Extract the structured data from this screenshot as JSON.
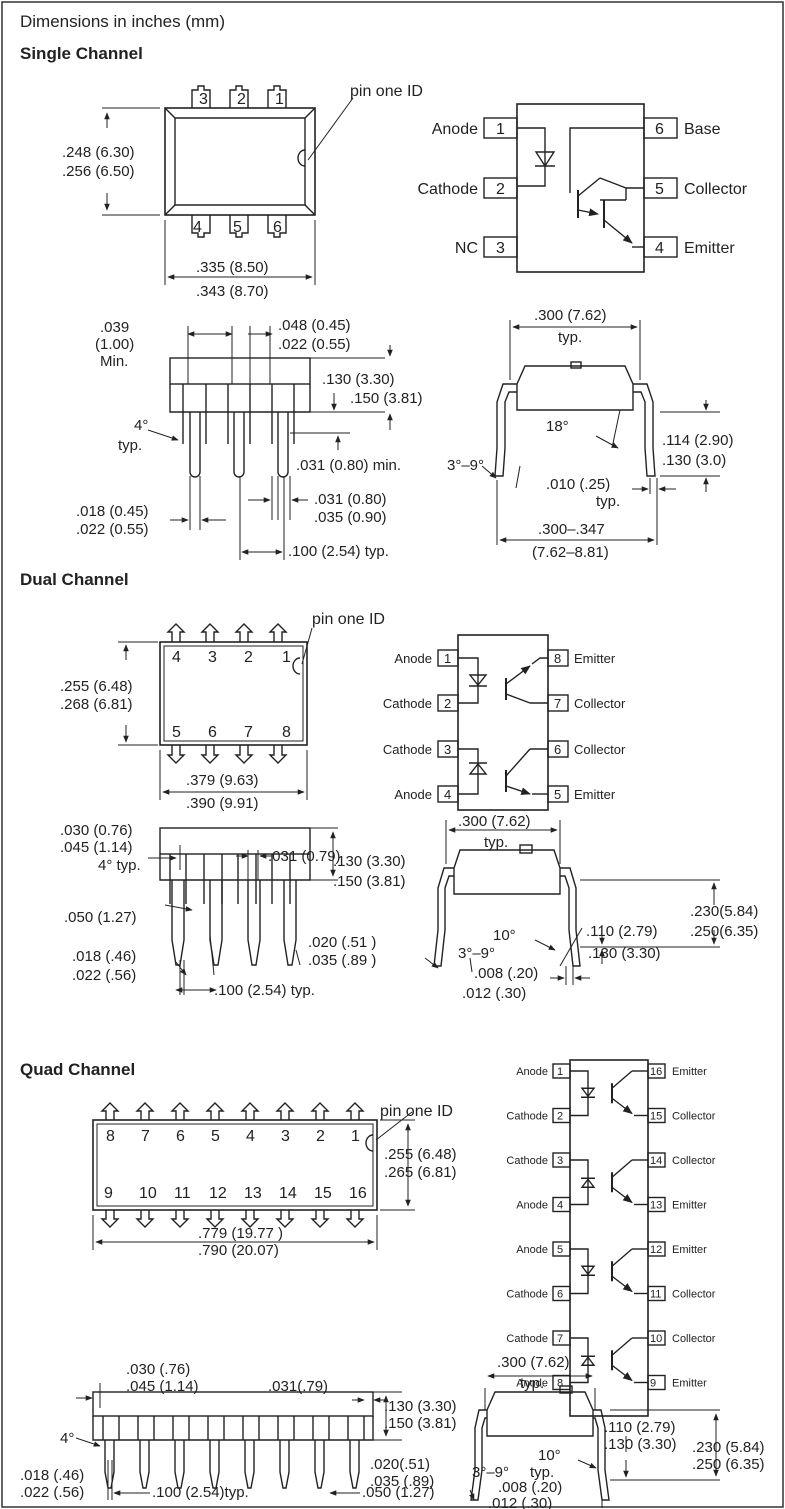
{
  "header": "Dimensions in inches (mm)",
  "sections": {
    "single": "Single Channel",
    "dual": "Dual Channel",
    "quad": "Quad Channel"
  },
  "single": {
    "pin_one_id": "pin one ID",
    "top_pins": [
      "3",
      "2",
      "1"
    ],
    "bottom_pins": [
      "4",
      "5",
      "6"
    ],
    "height_min": ".248 (6.30)",
    "height_max": ".256 (6.50)",
    "width_min": ".335 (8.50)",
    "width_max": ".343 (8.70)",
    "schematic": {
      "left": [
        {
          "num": "1",
          "label": "Anode"
        },
        {
          "num": "2",
          "label": "Cathode"
        },
        {
          "num": "3",
          "label": "NC"
        }
      ],
      "right": [
        {
          "num": "6",
          "label": "Base"
        },
        {
          "num": "5",
          "label": "Collector"
        },
        {
          "num": "4",
          "label": "Emitter"
        }
      ]
    },
    "side": {
      "pad_a": ".039",
      "pad_b": "(1.00)",
      "pad_c": "Min.",
      "lead_a": ".048 (0.45)",
      "lead_b": ".022 (0.55)",
      "body_h_a": ".130 (3.30)",
      "body_h_b": ".150 (3.81)",
      "angle_a": "4°",
      "angle_b": "typ.",
      "seat": ".031 (0.80) min.",
      "pin_w_a": ".018 (0.45)",
      "pin_w_b": ".022 (0.55)",
      "sh_a": ".031 (0.80)",
      "sh_b": ".035 (0.90)",
      "pitch": ".100 (2.54) typ."
    },
    "end": {
      "row": ".300 (7.62)",
      "row_typ": "typ.",
      "angle": "18°",
      "lead_h_a": ".114 (2.90)",
      "lead_h_b": ".130 (3.0)",
      "spread": "3°–9°",
      "thick_a": ".010 (.25)",
      "thick_b": "typ.",
      "span_a": ".300–.347",
      "span_b": "(7.62–8.81)"
    }
  },
  "dual": {
    "pin_one_id": "pin one ID",
    "top_pins": [
      "4",
      "3",
      "2",
      "1"
    ],
    "bottom_pins": [
      "5",
      "6",
      "7",
      "8"
    ],
    "height_min": ".255 (6.48)",
    "height_max": ".268 (6.81)",
    "width_min": ".379 (9.63)",
    "width_max": ".390 (9.91)",
    "schematic": {
      "left": [
        {
          "num": "1",
          "label": "Anode"
        },
        {
          "num": "2",
          "label": "Cathode"
        },
        {
          "num": "3",
          "label": "Cathode"
        },
        {
          "num": "4",
          "label": "Anode"
        }
      ],
      "right": [
        {
          "num": "8",
          "label": "Emitter"
        },
        {
          "num": "7",
          "label": "Collector"
        },
        {
          "num": "6",
          "label": "Collector"
        },
        {
          "num": "5",
          "label": "Emitter"
        }
      ]
    },
    "side": {
      "pad_a": ".030 (0.76)",
      "pad_b": ".045 (1.14)",
      "angle": "4° typ.",
      "lead": ".031 (0.79)",
      "body_h_a": ".130 (3.30)",
      "body_h_b": ".150 (3.81)",
      "shoulder": ".050 (1.27)",
      "sh_a": ".020 (.51 )",
      "sh_b": ".035 (.89 )",
      "pin_w_a": ".018 (.46)",
      "pin_w_b": ".022 (.56)",
      "pitch": ".100 (2.54) typ."
    },
    "end": {
      "row": ".300 (7.62)",
      "row_typ": "typ.",
      "angle": "10°",
      "lead_h_a": ".110 (2.79)",
      "lead_h_b": ".130 (3.30)",
      "total_a": ".230(5.84)",
      "total_b": ".250(6.35)",
      "spread": "3°–9°",
      "thick_a": ".008 (.20)",
      "thick_b": ".012 (.30)"
    }
  },
  "quad": {
    "pin_one_id": "pin one ID",
    "top_pins": [
      "8",
      "7",
      "6",
      "5",
      "4",
      "3",
      "2",
      "1"
    ],
    "bottom_pins": [
      "9",
      "10",
      "11",
      "12",
      "13",
      "14",
      "15",
      "16"
    ],
    "height_min": ".255 (6.48)",
    "height_max": ".265 (6.81)",
    "width_min": ".779 (19.77 )",
    "width_max": ".790 (20.07)",
    "schematic": {
      "left": [
        {
          "num": "1",
          "label": "Anode"
        },
        {
          "num": "2",
          "label": "Cathode"
        },
        {
          "num": "3",
          "label": "Cathode"
        },
        {
          "num": "4",
          "label": "Anode"
        },
        {
          "num": "5",
          "label": "Anode"
        },
        {
          "num": "6",
          "label": "Cathode"
        },
        {
          "num": "7",
          "label": "Cathode"
        },
        {
          "num": "8",
          "label": "Anode"
        }
      ],
      "right": [
        {
          "num": "16",
          "label": "Emitter"
        },
        {
          "num": "15",
          "label": "Collector"
        },
        {
          "num": "14",
          "label": "Collector"
        },
        {
          "num": "13",
          "label": "Emitter"
        },
        {
          "num": "12",
          "label": "Emitter"
        },
        {
          "num": "11",
          "label": "Collector"
        },
        {
          "num": "10",
          "label": "Collector"
        },
        {
          "num": "9",
          "label": "Emitter"
        }
      ]
    },
    "side": {
      "pad_a": ".030 (.76)",
      "pad_b": ".045 (1.14)",
      "lead": ".031(.79)",
      "body_h_a": ".130 (3.30)",
      "body_h_b": ".150 (3.81)",
      "angle": "4°",
      "sh_a": ".020(.51)",
      "sh_b": ".035 (.89)",
      "pin_w_a": ".018 (.46)",
      "pin_w_b": ".022 (.56)",
      "pitch": ".100 (2.54)typ.",
      "shoulder": ".050 (1.27)"
    },
    "end": {
      "row": ".300 (7.62)",
      "row_typ": "typ.",
      "lead_h_a": ".110 (2.79)",
      "lead_h_b": ".130 (3.30)",
      "total_a": ".230 (5.84)",
      "total_b": ".250 (6.35)",
      "angle_a": "10°",
      "angle_b": "typ.",
      "spread": "3°–9°",
      "thick_a": ".008 (.20)",
      "thick_b": ".012 (.30)"
    }
  }
}
